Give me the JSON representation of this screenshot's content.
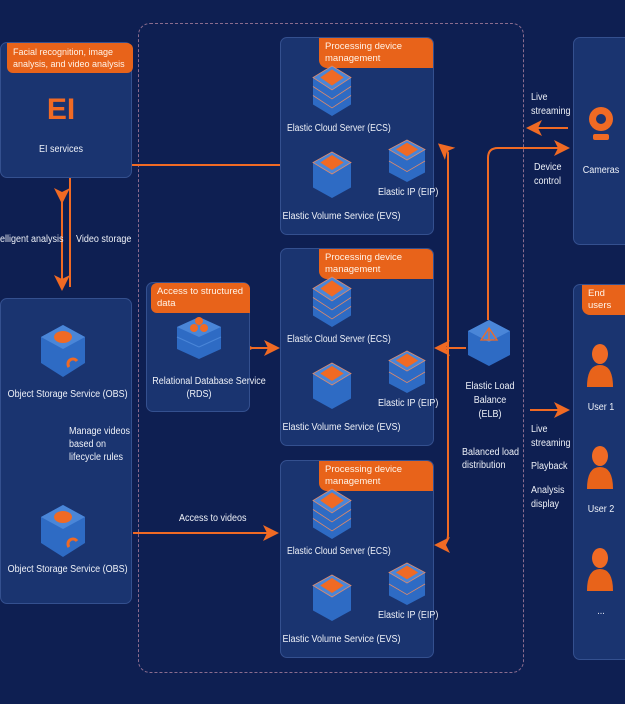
{
  "colors": {
    "background": "#0e1f52",
    "panel": "#1a3470",
    "accent": "#e8631a",
    "text": "#eef1f8"
  },
  "ei_panel": {
    "tag": "Facial recognition, image analysis, and video analysis",
    "logo": "EI",
    "label": "EI services"
  },
  "left_links": {
    "intelligent_analysis": "elligent analysis",
    "video_storage": "Video storage"
  },
  "obs_panel": {
    "top_label": "Object Storage Service (OBS)",
    "lifecycle_note": [
      "Manage videos",
      "based on",
      "lifecycle rules"
    ],
    "bottom_label": "Object Storage Service (OBS)"
  },
  "rds_panel": {
    "tag": "Access to structured data",
    "label": [
      "Relational Database Service",
      "(RDS)"
    ]
  },
  "access_videos": "Access to videos",
  "processing_groups": [
    {
      "tag": "Processing device management",
      "ecs": "Elastic Cloud Server (ECS)",
      "eip": "Elastic IP (EIP)",
      "evs": "Elastic Volume Service (EVS)"
    },
    {
      "tag": "Processing device management",
      "ecs": "Elastic Cloud Server (ECS)",
      "eip": "Elastic IP (EIP)",
      "evs": "Elastic Volume Service (EVS)"
    },
    {
      "tag": "Processing device management",
      "ecs": "Elastic Cloud Server (ECS)",
      "eip": "Elastic IP (EIP)",
      "evs": "Elastic Volume Service (EVS)"
    }
  ],
  "elb": {
    "label": [
      "Elastic Load",
      "Balance",
      "(ELB)"
    ],
    "note": [
      "Balanced load",
      "distribution"
    ]
  },
  "cameras": {
    "label": "Cameras",
    "live_streaming": [
      "Live",
      "streaming"
    ],
    "device_control": [
      "Device",
      "control"
    ]
  },
  "end_users": {
    "tag": "End users",
    "users": [
      "User 1",
      "User 2",
      "..."
    ],
    "notes": [
      [
        "Live",
        "streaming"
      ],
      [
        "Playback"
      ],
      [
        "Analysis",
        "display"
      ]
    ]
  }
}
